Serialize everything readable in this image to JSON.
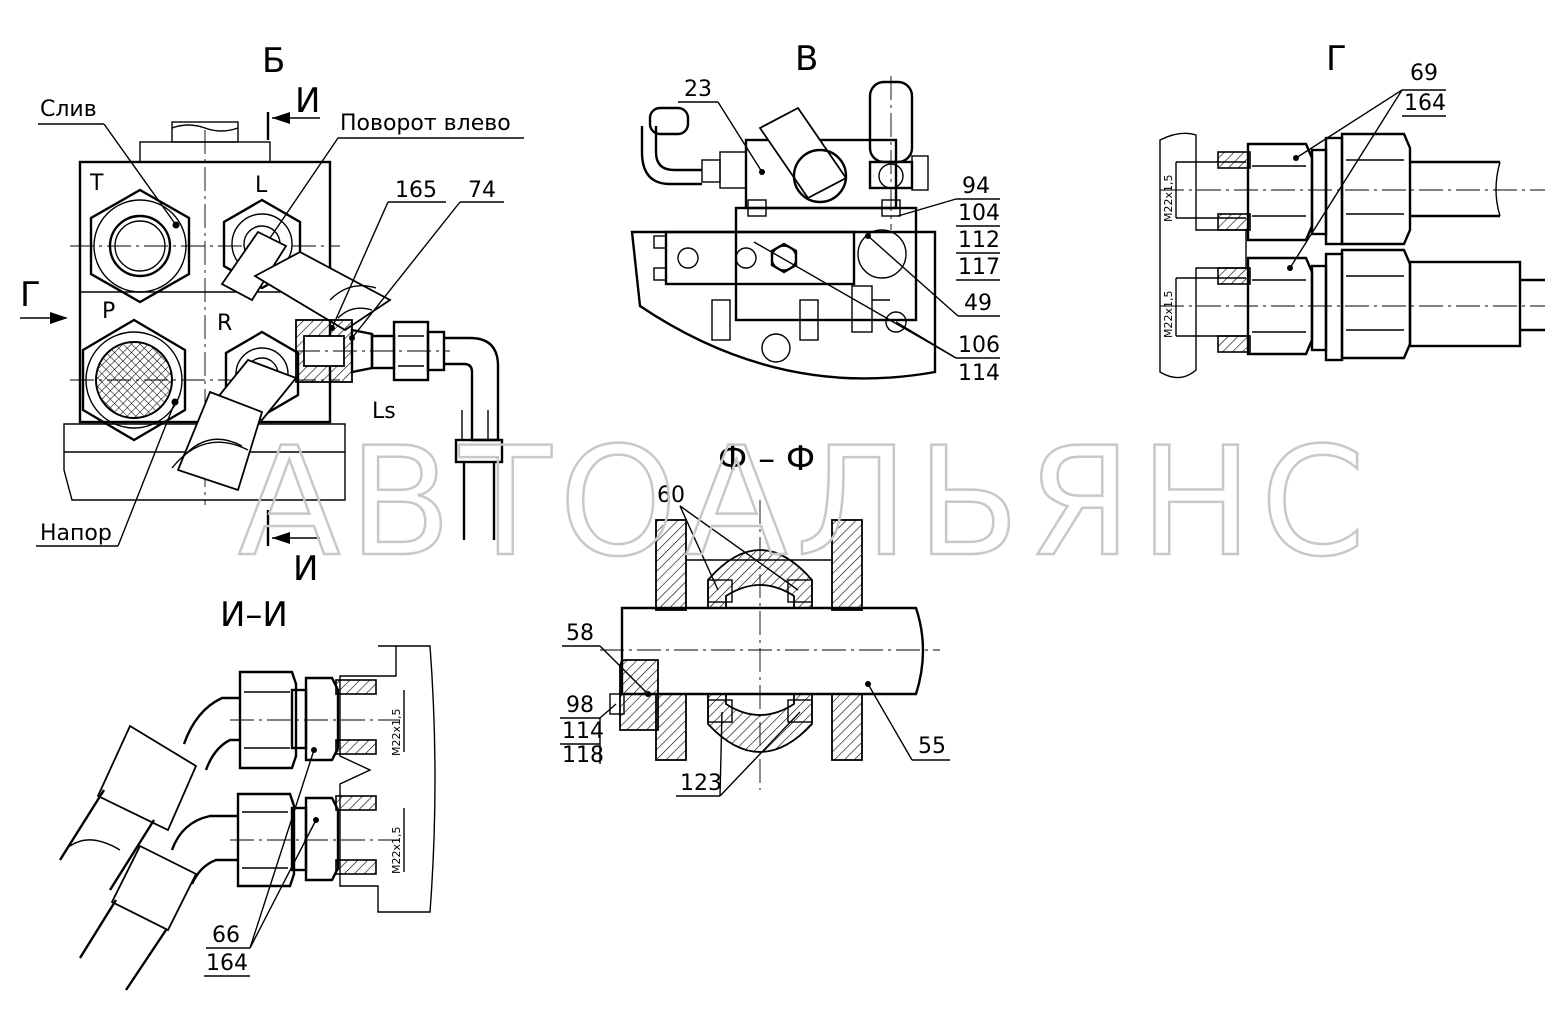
{
  "views": {
    "b": "Б",
    "v": "В",
    "g": "Г",
    "f_section": "Ф – Ф",
    "i_section": "И–И",
    "i_cut": "И",
    "g_arrow": "Г"
  },
  "labels": {
    "sliv": "Слив",
    "povorot": "Поворот влево",
    "napor": "Напор",
    "port_t": "T",
    "port_l": "L",
    "port_p": "P",
    "port_r": "R",
    "port_ls": "Ls"
  },
  "callouts": {
    "c165": "165",
    "c74": "74",
    "c23": "23",
    "c94": "94",
    "c104": "104",
    "c112": "112",
    "c117": "117",
    "c49": "49",
    "c106": "106",
    "c114a": "114",
    "c69": "69",
    "c164a": "164",
    "c60": "60",
    "c58": "58",
    "c98": "98",
    "c114b": "114",
    "c118": "118",
    "c55": "55",
    "c123": "123",
    "c66": "66",
    "c164b": "164"
  },
  "threads": {
    "t1": "M22x1,5",
    "t2": "M22x1,5",
    "t3": "M22x1,5",
    "t4": "M22x1,5"
  },
  "watermark": "АВТОАЛЬЯНС"
}
